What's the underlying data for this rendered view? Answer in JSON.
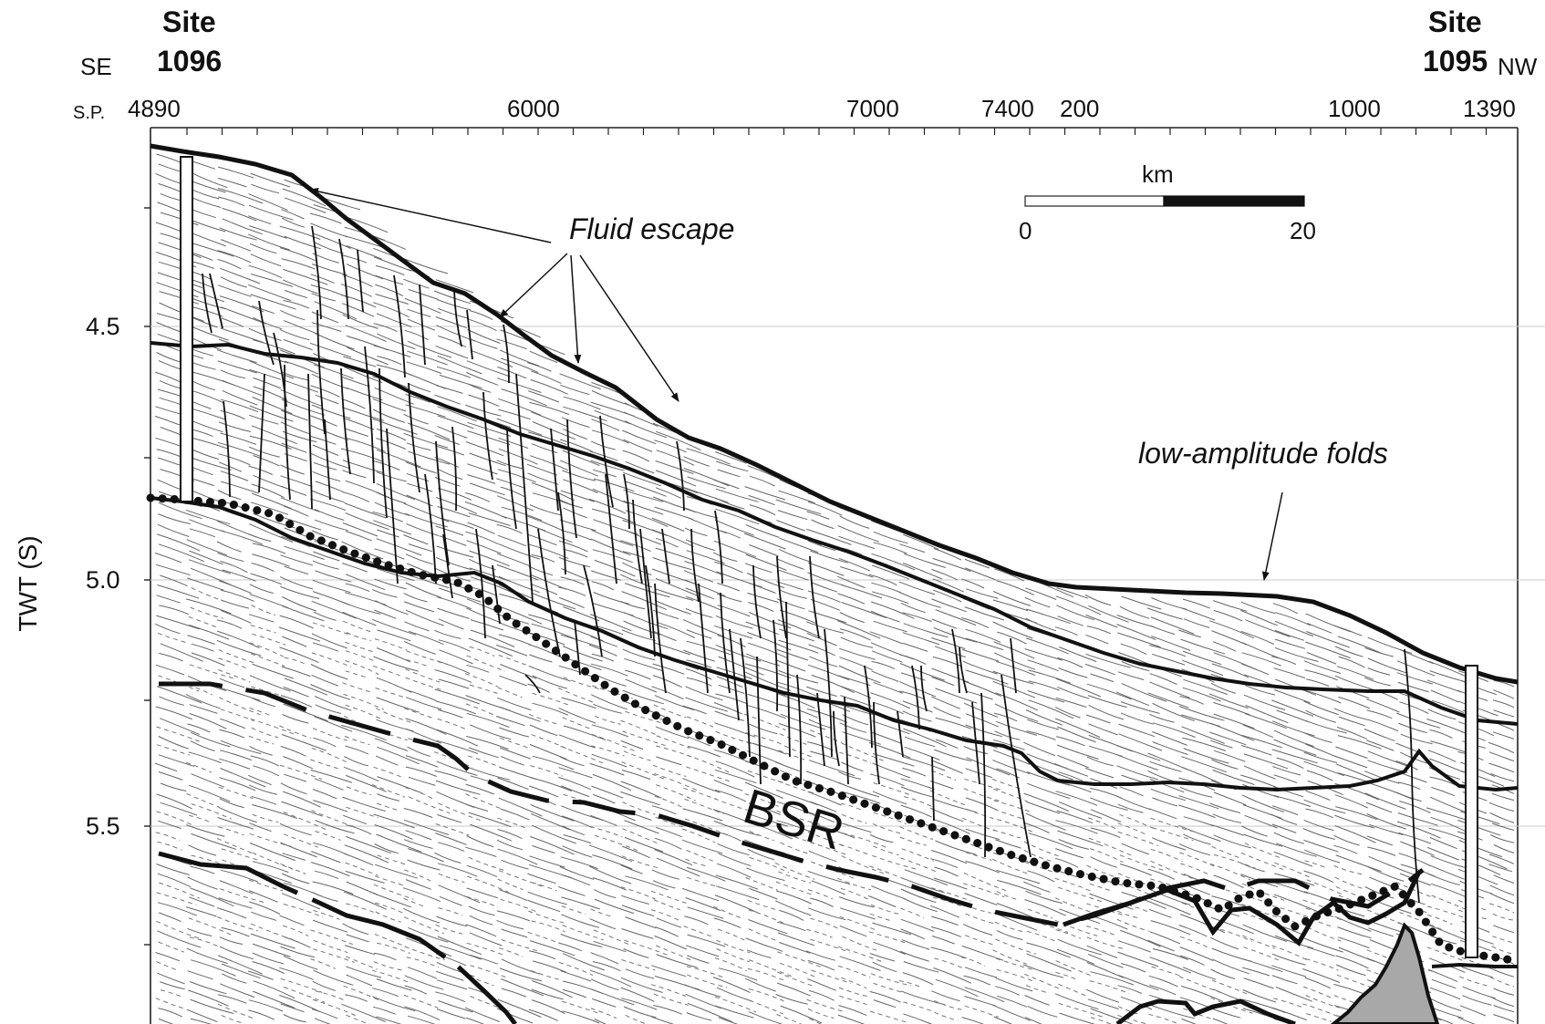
{
  "sites": {
    "left": {
      "word": "Site",
      "number": "1096"
    },
    "right": {
      "word": "Site",
      "number": "1095"
    }
  },
  "directions": {
    "left": "SE",
    "right": "NW"
  },
  "shotpoints": {
    "prefix": "S.P.",
    "labels": [
      "4890",
      "6000",
      "7000",
      "7400",
      "200",
      "1000",
      "1390"
    ]
  },
  "axis": {
    "title": "TWT (S)",
    "ticks": [
      "4.5",
      "5.0",
      "5.5"
    ]
  },
  "annotations": {
    "fluid_escape": "Fluid escape",
    "low_amplitude_folds": "low-amplitude folds",
    "bsr": "BSR"
  },
  "scale_bar": {
    "unit": "km",
    "min": "0",
    "max": "20"
  },
  "colors": {
    "ink": "#111111",
    "line": "#222222",
    "gridline": "#c8c8c8",
    "basement_fill": "#a8a8a8"
  }
}
